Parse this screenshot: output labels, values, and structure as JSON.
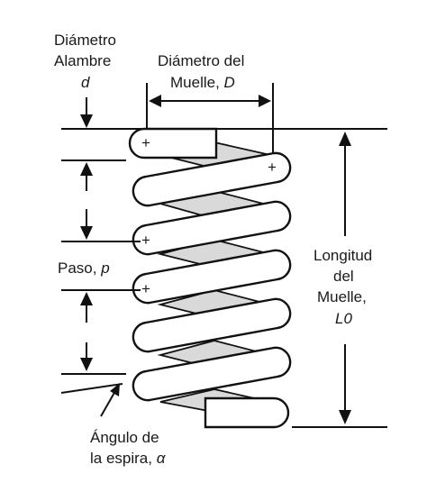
{
  "labels": {
    "wire_diameter_line1": "Diámetro",
    "wire_diameter_line2": "Alambre",
    "wire_diameter_symbol": "d",
    "spring_diameter_line1": "Diámetro del",
    "spring_diameter_line2": "Muelle, ",
    "spring_diameter_symbol": "D",
    "pitch_text": "Paso, ",
    "pitch_symbol": "p",
    "length_line1": "Longitud",
    "length_line2": "del",
    "length_line3": "Muelle,",
    "length_symbol": "L0",
    "helix_angle_line1": "Ángulo de",
    "helix_angle_line2": "la espira, ",
    "helix_angle_symbol": "α"
  },
  "markers": {
    "center_mark": "+"
  },
  "colors": {
    "stroke": "#111111",
    "coil_fill": "#ffffff",
    "back_face": "#d9d9d9"
  }
}
